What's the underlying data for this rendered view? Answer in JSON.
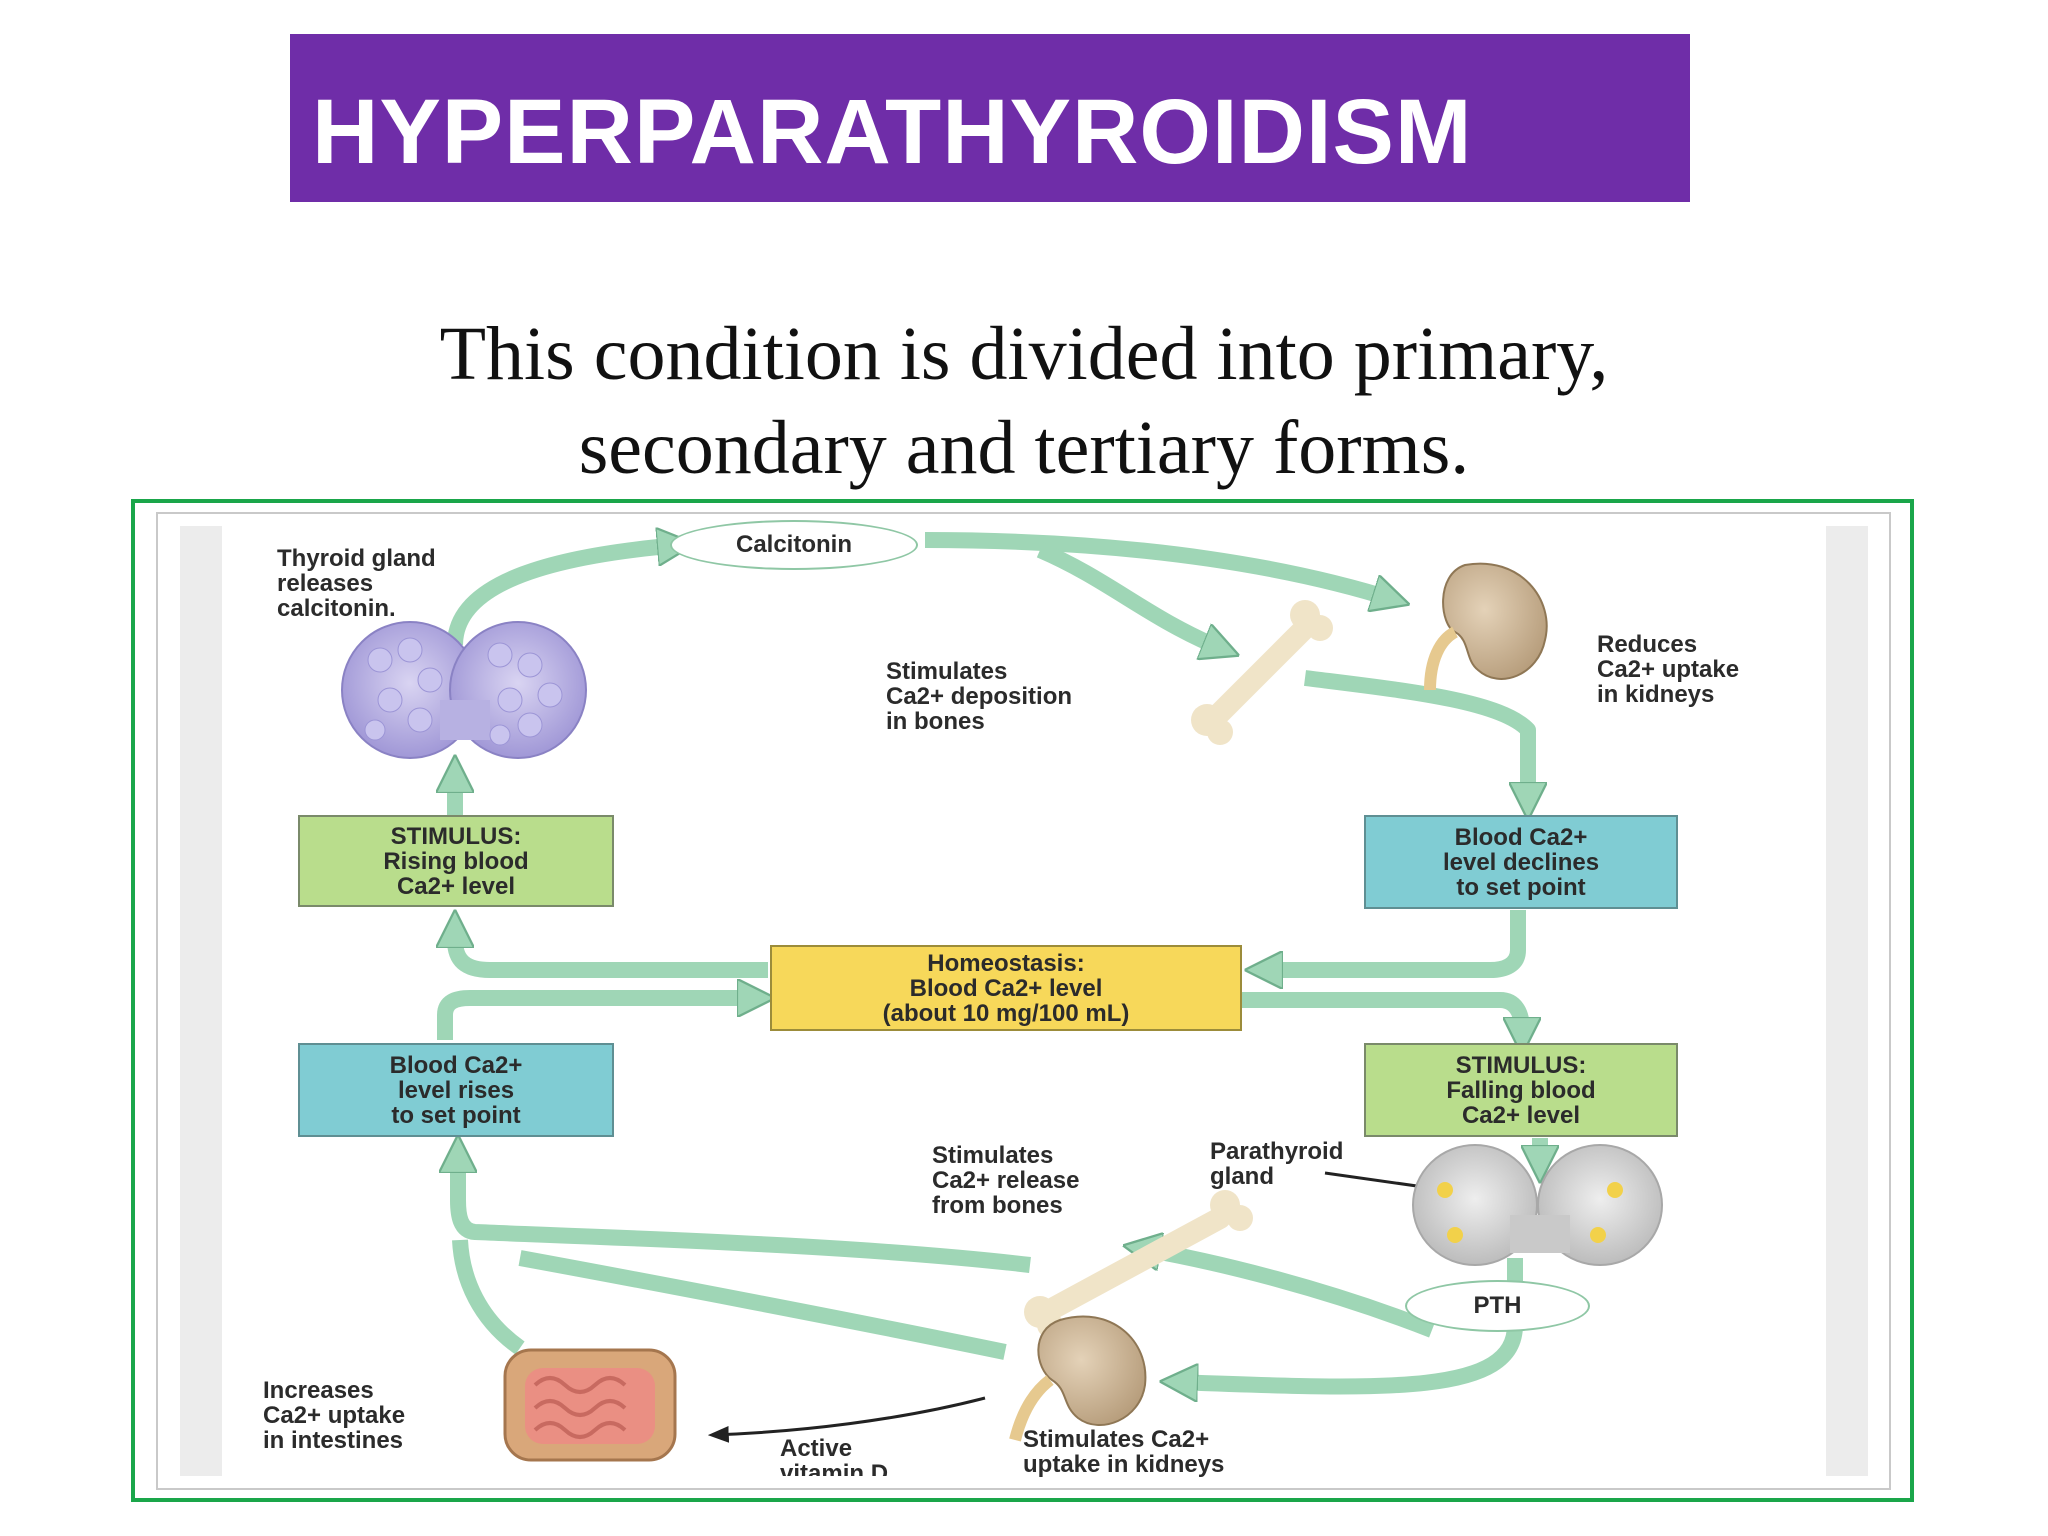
{
  "slide": {
    "title": "HYPERPARATHYROIDISM",
    "subtitle_line1": "This condition is divided into primary,",
    "subtitle_line2": "secondary and tertiary forms."
  },
  "diagram": {
    "calcitonin_label": "Calcitonin",
    "pth_label": "PTH",
    "thyroid_text": [
      "Thyroid gland",
      "releases",
      "calcitonin."
    ],
    "bone_deposit_text": [
      "Stimulates",
      "Ca2+ deposition",
      "in bones"
    ],
    "kidney_reduce_text": [
      "Reduces",
      "Ca2+ uptake",
      "in kidneys"
    ],
    "stimulus_rising": [
      "STIMULUS:",
      "Rising blood",
      "Ca2+ level"
    ],
    "declines_box": [
      "Blood Ca2+",
      "level declines",
      "to set point"
    ],
    "homeostasis_box": [
      "Homeostasis:",
      "Blood Ca2+ level",
      "(about 10 mg/100 mL)"
    ],
    "rises_box": [
      "Blood Ca2+",
      "level rises",
      "to set point"
    ],
    "stimulus_falling": [
      "STIMULUS:",
      "Falling blood",
      "Ca2+ level"
    ],
    "bone_release_text": [
      "Stimulates",
      "Ca2+ release",
      "from bones"
    ],
    "parathyroid_text": [
      "Parathyroid",
      "gland"
    ],
    "intestine_text": [
      "Increases",
      "Ca2+ uptake",
      "in intestines"
    ],
    "vitamin_text": [
      "Active",
      "vitamin D"
    ],
    "kidney_uptake_text": [
      "Stimulates Ca2+",
      "uptake in kidneys"
    ]
  },
  "colors": {
    "banner": "#6f2da8",
    "frame": "#1aa64a",
    "arrow": "#9fd6b6",
    "stimulus_box": "#b9dd8c",
    "level_box": "#80ccd3",
    "homeostasis_box": "#f7d85a"
  }
}
